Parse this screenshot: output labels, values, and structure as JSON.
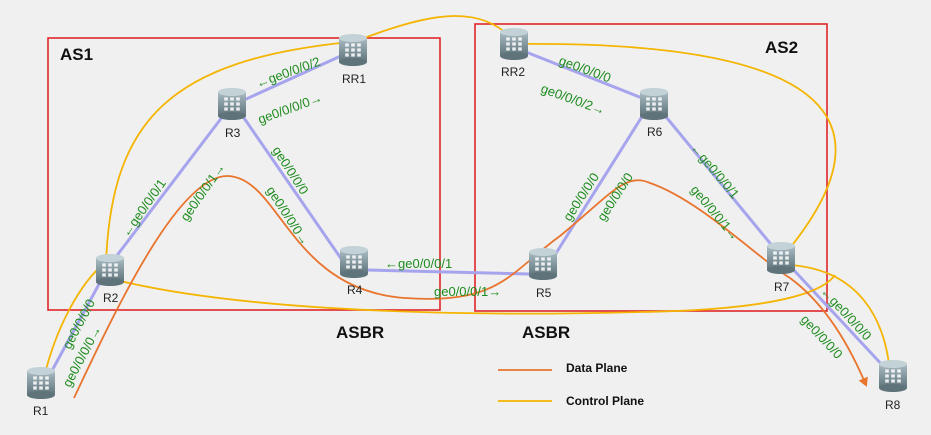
{
  "colors": {
    "background": "#f0f0f0",
    "as_border": "#e0262c",
    "physical_link": "#a7a4ee",
    "data_plane": "#e8742e",
    "control_plane": "#f4b400",
    "port_text": "#1e8c1e",
    "router_fill": "#7f9399"
  },
  "as_boxes": [
    {
      "id": "as1",
      "label": "AS1"
    },
    {
      "id": "as2",
      "label": "AS2"
    }
  ],
  "asbr_labels": [
    "ASBR",
    "ASBR"
  ],
  "routers": [
    {
      "id": "R1",
      "label": "R1",
      "icon": "router-icon"
    },
    {
      "id": "R2",
      "label": "R2",
      "icon": "router-icon"
    },
    {
      "id": "R3",
      "label": "R3",
      "icon": "router-icon"
    },
    {
      "id": "RR1",
      "label": "RR1",
      "icon": "router-icon"
    },
    {
      "id": "R4",
      "label": "R4",
      "icon": "router-icon"
    },
    {
      "id": "RR2",
      "label": "RR2",
      "icon": "router-icon"
    },
    {
      "id": "R5",
      "label": "R5",
      "icon": "router-icon"
    },
    {
      "id": "R6",
      "label": "R6",
      "icon": "router-icon"
    },
    {
      "id": "R7",
      "label": "R7",
      "icon": "router-icon"
    },
    {
      "id": "R8",
      "label": "R8",
      "icon": "router-icon"
    }
  ],
  "links": [
    {
      "from": "R1",
      "to": "R2"
    },
    {
      "from": "R2",
      "to": "R3"
    },
    {
      "from": "R3",
      "to": "RR1"
    },
    {
      "from": "R3",
      "to": "R4"
    },
    {
      "from": "R4",
      "to": "R5"
    },
    {
      "from": "R5",
      "to": "R6"
    },
    {
      "from": "RR2",
      "to": "R6"
    },
    {
      "from": "R6",
      "to": "R7"
    },
    {
      "from": "R7",
      "to": "R8"
    }
  ],
  "port_labels": [
    "ge0/0/0/0",
    "ge0/0/0/0→",
    "←ge0/0/0/1",
    "ge0/0/0/1→",
    "←ge0/0/0/2",
    "ge0/0/0/0→",
    "ge0/0/0/0",
    "ge0/0/0/0→",
    "←ge0/0/0/1",
    "ge0/0/0/1→",
    "ge0/0/0/0",
    "ge0/0/0/2→",
    "ge0/0/0/0",
    "ge0/0/0/0",
    "←ge0/0/0/1",
    "ge0/0/0/1→",
    "←ge0/0/0/0",
    "ge0/0/0/0"
  ],
  "legend": [
    {
      "label": "Data Plane",
      "color": "#e8742e"
    },
    {
      "label": "Control Plane",
      "color": "#f4b400"
    }
  ]
}
